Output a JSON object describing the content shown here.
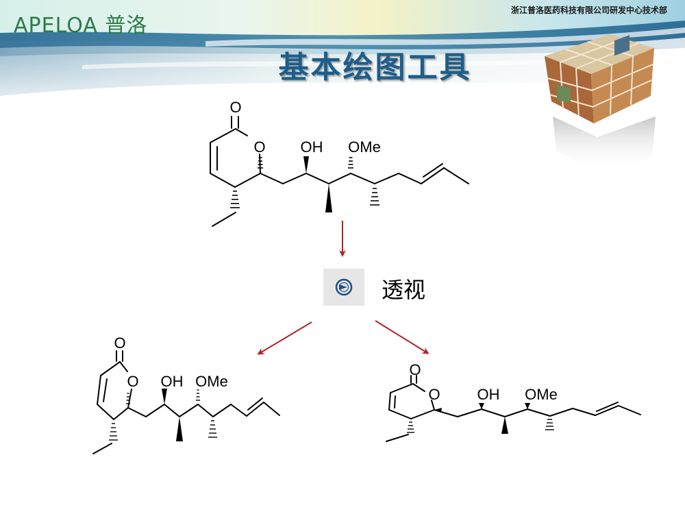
{
  "header": {
    "logo_latin": "APELOA",
    "logo_cjk": "普洛",
    "company": "浙江普洛医药科技有限公司研发中心技术部"
  },
  "slide": {
    "title": "基本绘图工具"
  },
  "molecule": {
    "o_carbonyl": "O",
    "o_ring": "O",
    "oh": "OH",
    "ome": "OMe"
  },
  "tool": {
    "icon": "perspective-tool-icon",
    "label": "透视"
  },
  "colors": {
    "title": "#1d5d8a",
    "arrow": "#b22222",
    "logo": "#2b7a4b",
    "icon_bg": "#e6e6e6",
    "icon_accent": "#1f4f8b"
  }
}
